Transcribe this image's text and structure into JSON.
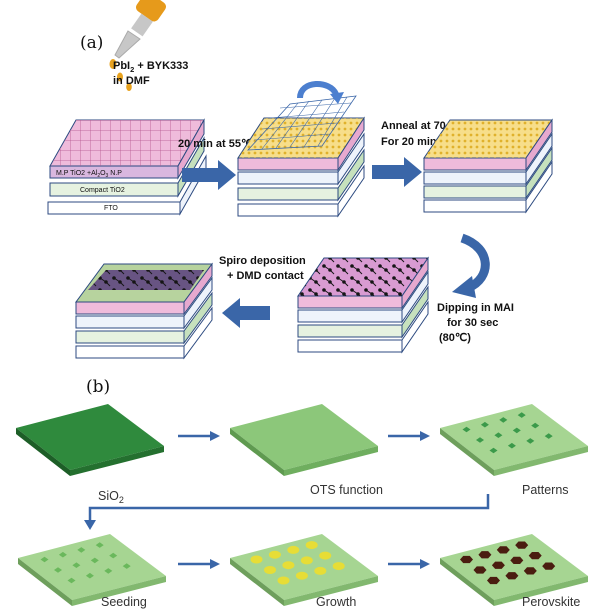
{
  "panel_a": {
    "label": "(a)",
    "reagent_line1": "PbI",
    "reagent_sub": "2",
    "reagent_rest": " + BYK333",
    "reagent_line2": "in DMF",
    "layer_labels": {
      "mp": "M.P TiO2 +Al",
      "mp_sub": "2",
      "mp_mid": "O",
      "mp_sub2": "3",
      "mp_end": " N.P",
      "compact": "Compact TiO2",
      "fto": "FTO"
    },
    "step1": "20 min at 55℃",
    "step2_line1": "Anneal at 70 ℃",
    "step2_line2": "For 20 min",
    "step3_line1": "Dipping in MAI",
    "step3_line2": "for 30 sec",
    "step3_line3": "(80℃)",
    "step4_line1": "Spiro deposition",
    "step4_line2": "+ DMD contact"
  },
  "panel_b": {
    "label": "(b)",
    "row1": [
      {
        "caption_main": "SiO",
        "caption_sub": "2"
      },
      {
        "caption_main": "OTS function",
        "caption_sub": ""
      },
      {
        "caption_main": "Patterns",
        "caption_sub": ""
      }
    ],
    "row2": [
      {
        "caption_main": "Seeding",
        "caption_sub": ""
      },
      {
        "caption_main": "Growth",
        "caption_sub": ""
      },
      {
        "caption_main": "Perovskite",
        "caption_sub": ""
      }
    ]
  },
  "colors": {
    "arrow": "#3a66a8",
    "pink": "#f2b5d6",
    "pink_dark": "#d98dbd",
    "yellow": "#f7d86a",
    "green_light": "#cfe7c4",
    "blue_light": "#eaf1fb",
    "sio2": "#2f8a3d",
    "ots": "#8cc77a",
    "pattern_sq": "#3b9a4a",
    "seed_sq": "#6ab85c",
    "growth_dot": "#e7dd36",
    "perov_dot": "#4a1d10"
  }
}
